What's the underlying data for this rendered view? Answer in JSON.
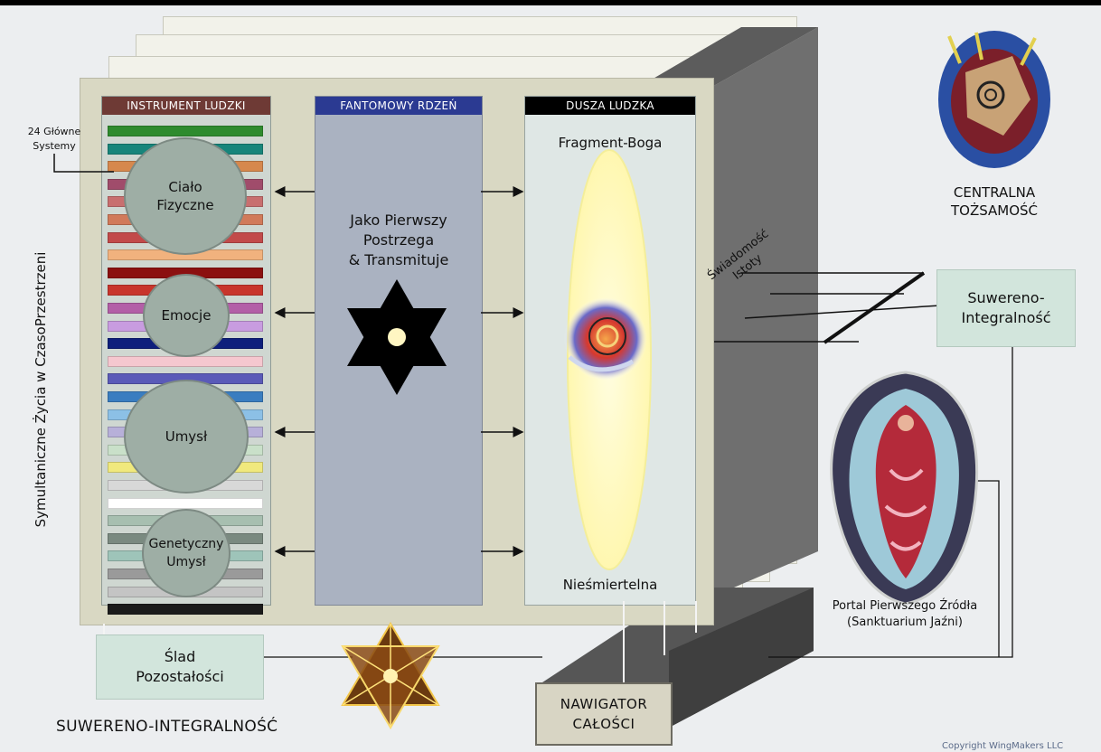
{
  "instrument": {
    "header": "INSTRUMENT LUDZKI",
    "systems_label": "24 Główne\nSystemy",
    "stripe_colors": [
      "#2e8b2e",
      "#17857b",
      "#d6884d",
      "#a04c6b",
      "#c86f6f",
      "#d17a5a",
      "#c24a4a",
      "#f1b27e",
      "#8b1010",
      "#c8352c",
      "#b35fa7",
      "#c89ce0",
      "#0e1f7c",
      "#f5c7cf",
      "#5a5ab8",
      "#3a7dc0",
      "#8cc0e6",
      "#b7b0d9",
      "#c9e0c9",
      "#f0e97d",
      "#d8d8d8",
      "#ffffff",
      "#a7bfb0",
      "#7a8a80",
      "#9ec4b9",
      "#9a9a9a",
      "#c4c4c4",
      "#1b1b1b"
    ],
    "circles": [
      {
        "label": "Ciało\nFizyczne"
      },
      {
        "label": "Emocje"
      },
      {
        "label": "Umysł"
      },
      {
        "label": "Genetyczny\nUmysł"
      }
    ]
  },
  "phantom": {
    "header": "FANTOMOWY RDZEŃ",
    "text": "Jako Pierwszy\nPostrzega\n& Transmituje"
  },
  "soul": {
    "header": "DUSZA LUDZKA",
    "top": "Fragment-Boga",
    "bottom": "Nieśmiertelna"
  },
  "side_label": "Symultaniczne Życia w CzasoPrzestrzeni",
  "consciousness": "Świadomość\nIstoty",
  "central_identity": "CENTRALNA\nTOŻSAMOŚĆ",
  "sovereign_box": "Suwereno-\nIntegralność",
  "portal": "Portal Pierwszego Źródła\n(Sanktuarium Jaźni)",
  "trace_box": "Ślad\nPozostałości",
  "navigator": "NAWIGATOR\nCAŁOŚCI",
  "bottom_title": "SUWERENO-INTEGRALNOŚĆ",
  "copyright": "Copyright   WingMakers LLC",
  "colors": {
    "instrument_header": "#6e3a35",
    "phantom_header": "#2b3a92",
    "soul_header": "#000000"
  }
}
